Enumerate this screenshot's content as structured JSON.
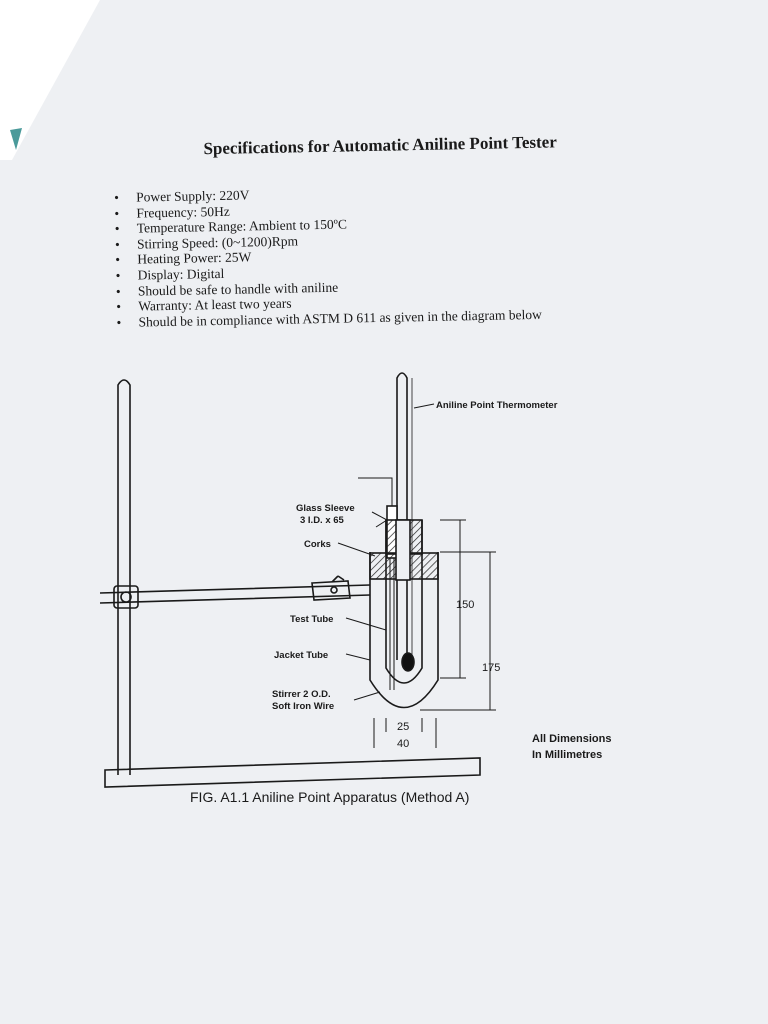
{
  "document": {
    "title": "Specifications for Automatic Aniline Point Tester",
    "specs": [
      "Power Supply: 220V",
      "Frequency: 50Hz",
      "Temperature Range: Ambient to 150ºC",
      "Stirring Speed: (0~1200)Rpm",
      "Heating Power: 25W",
      "Display: Digital",
      "Should be safe to handle with aniline",
      "Warranty: At least two years",
      "Should be in compliance with ASTM D 611 as given in the diagram below"
    ]
  },
  "figure": {
    "labels": {
      "thermometer": "Aniline Point Thermometer",
      "glass_sleeve_1": "Glass Sleeve",
      "glass_sleeve_2": "3 I.D. x 65",
      "corks": "Corks",
      "test_tube": "Test Tube",
      "jacket_tube": "Jacket Tube",
      "stirrer_1": "Stirrer 2 O.D.",
      "stirrer_2": "Soft Iron Wire"
    },
    "dimensions": {
      "d150": "150",
      "d175": "175",
      "d25": "25",
      "d40": "40"
    },
    "note_1": "All Dimensions",
    "note_2": "In Millimetres",
    "caption": "FIG. A1.1 Aniline Point Apparatus (Method A)"
  }
}
